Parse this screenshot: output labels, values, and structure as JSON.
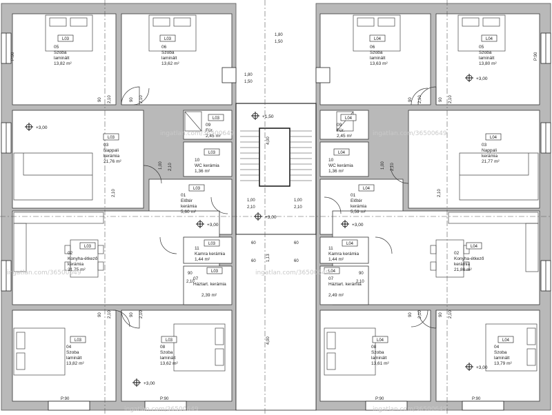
{
  "watermark": "ingatlan.com/36500649",
  "rooms": [
    {
      "id": "r-05-left",
      "tag": "L03",
      "num": "05",
      "name": "Szoba",
      "floor": "laminált",
      "area": "13,82 m²"
    },
    {
      "id": "r-06-left",
      "tag": "L03",
      "num": "06",
      "name": "Szoba",
      "floor": "laminált",
      "area": "13,62 m²"
    },
    {
      "id": "r-06-right",
      "tag": "L04",
      "num": "06",
      "name": "Szoba",
      "floor": "laminált",
      "area": "13,63 m²"
    },
    {
      "id": "r-05-right",
      "tag": "L04",
      "num": "05",
      "name": "Szoba",
      "floor": "laminált",
      "area": "13,80 m²"
    },
    {
      "id": "r-03-left",
      "tag": "L03",
      "num": "03",
      "name": "Nappali",
      "floor": "kerámia",
      "area": "21,76 m²"
    },
    {
      "id": "r-03-right",
      "tag": "L04",
      "num": "03",
      "name": "Nappali",
      "floor": "kerámia",
      "area": "21,77 m²"
    },
    {
      "id": "r-01-left",
      "tag": "L03",
      "num": "01",
      "name": "Előtér",
      "floor": "kerámia",
      "area": "5,60 m²"
    },
    {
      "id": "r-01-right",
      "tag": "L04",
      "num": "01",
      "name": "Előtér",
      "floor": "kerámia",
      "area": "5,59 m²"
    },
    {
      "id": "r-02-left",
      "tag": "L03",
      "num": "02",
      "name": "Konyha-étkező",
      "floor": "kerámia",
      "area": "21,75 m²"
    },
    {
      "id": "r-02-right",
      "tag": "L04",
      "num": "02",
      "name": "Konyha-étkező",
      "floor": "kerámia",
      "area": "21,80 m²"
    },
    {
      "id": "r-04-left",
      "tag": "L03",
      "num": "04",
      "name": "Szoba",
      "floor": "laminált",
      "area": "13,82 m²"
    },
    {
      "id": "r-08-left",
      "tag": "L03",
      "num": "08",
      "name": "Szoba",
      "floor": "laminált",
      "area": "13,62 m²"
    },
    {
      "id": "r-08-right",
      "tag": "L04",
      "num": "08",
      "name": "Szoba",
      "floor": "laminált",
      "area": "13,61 m²"
    },
    {
      "id": "r-04-right",
      "tag": "L04",
      "num": "04",
      "name": "Szoba",
      "floor": "laminált",
      "area": "13,79 m²"
    }
  ],
  "small_rooms": [
    {
      "id": "s-09-left",
      "tag": "L03",
      "num": "09",
      "name": "Für.",
      "area": "2,45 m²"
    },
    {
      "id": "s-09-right",
      "tag": "L04",
      "num": "09",
      "name": "Für.",
      "area": "2,45 m²"
    },
    {
      "id": "s-wc-left",
      "tag": "L03",
      "num": "10",
      "name": "WC kerámia",
      "area": "1,36 m²"
    },
    {
      "id": "s-wc-right",
      "tag": "L04",
      "num": "10",
      "name": "WC kerámia",
      "area": "1,36 m²"
    },
    {
      "id": "s-kamra-left",
      "tag": "L03",
      "num": "11",
      "name": "Kamra kerámia",
      "area": "1,44 m²"
    },
    {
      "id": "s-kamra-right",
      "tag": "L04",
      "num": "11",
      "name": "Kamra kerámia",
      "area": "1,44 m²"
    },
    {
      "id": "s-haztar-left",
      "tag": "L03",
      "num": "07",
      "name": "Háztart. kerámia",
      "area": "2,39 m²"
    },
    {
      "id": "s-haztar-right",
      "tag": "L04",
      "num": "07",
      "name": "Háztart. kerámia",
      "area": "2,49 m²"
    }
  ],
  "levels": {
    "plus300": "+3,00",
    "plus150": "+1,50"
  },
  "dims": {
    "d90": "90",
    "d210": "2,10",
    "d100": "1,00",
    "d180": "1,80",
    "d150": "1,50",
    "d60": "60",
    "d400": "4,00",
    "d113": "1,13",
    "parapet": "P:90"
  }
}
